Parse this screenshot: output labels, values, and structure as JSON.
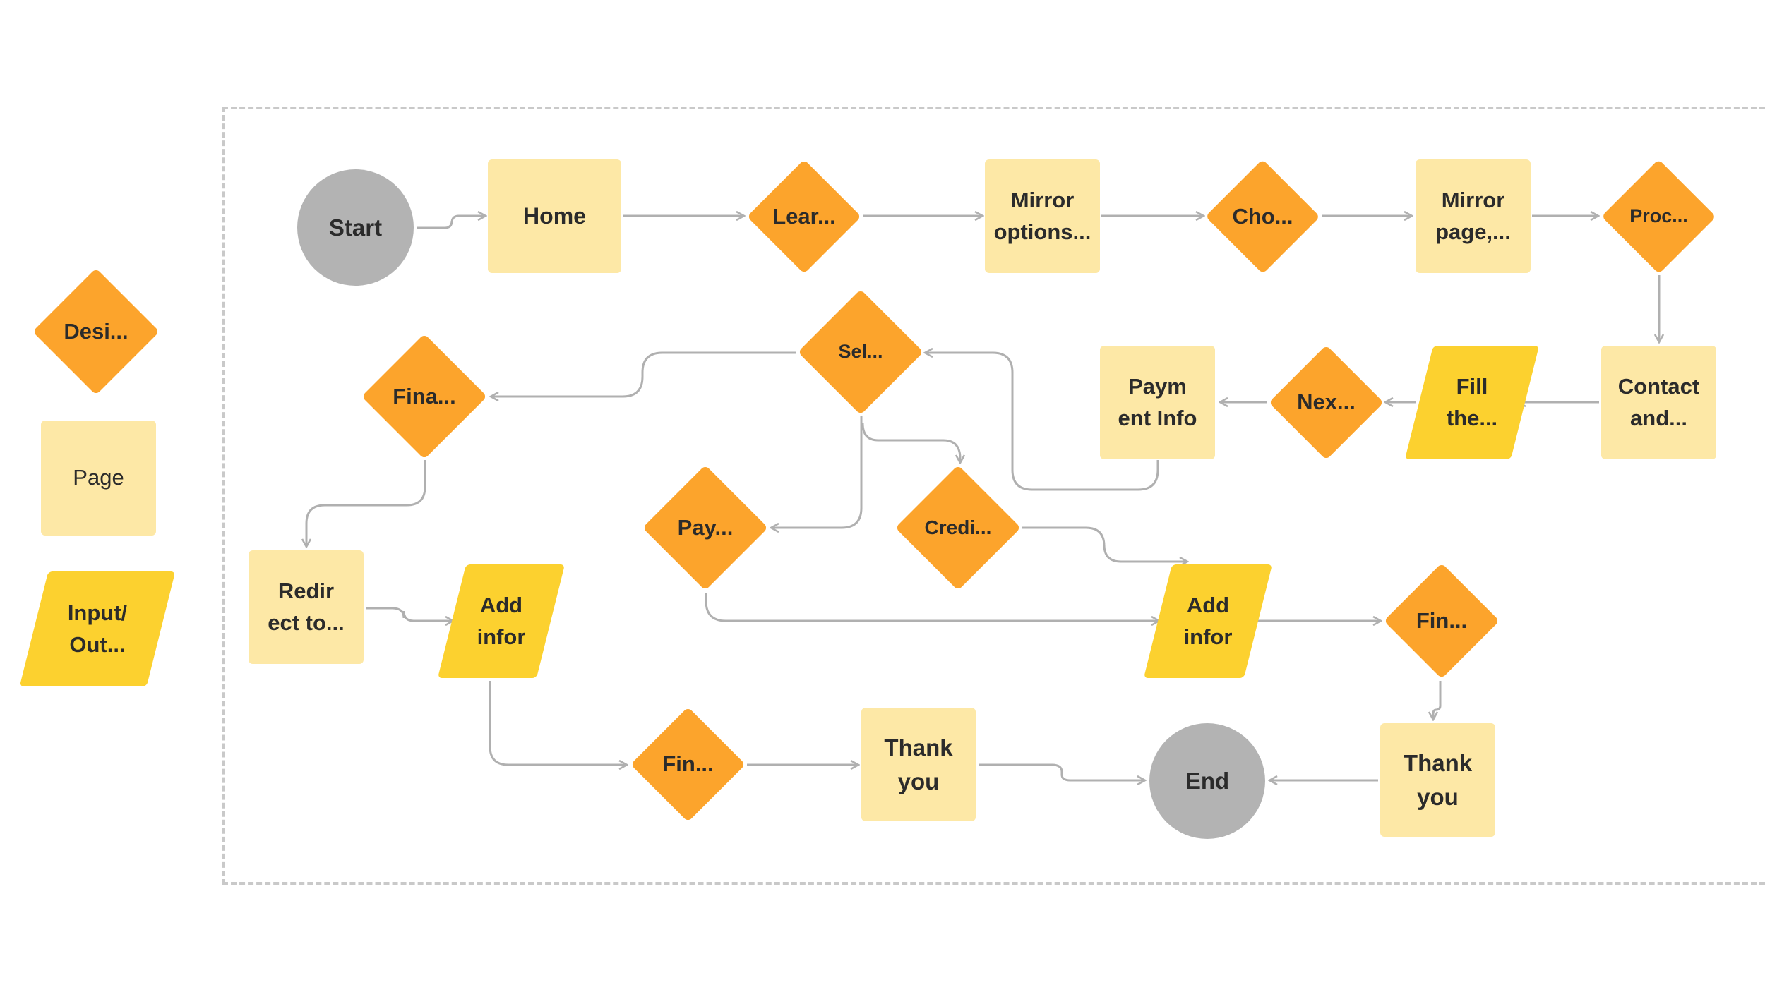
{
  "legend": {
    "decision": "Desi...",
    "page": "Page",
    "io": "Input/\nOut..."
  },
  "nodes": {
    "start": "Start",
    "home": "Home",
    "learn": "Lear...",
    "mirror_options": "Mirror\noptions...",
    "choose": "Cho...",
    "mirror_page": "Mirror\npage,...",
    "proceed": "Proc...",
    "contact": "Contact\nand...",
    "fill": "Fill\nthe...",
    "next": "Nex...",
    "payment_info": "Paym\nent Info",
    "select": "Sel...",
    "finance": "Fina...",
    "redirect": "Redir\nect to...",
    "add_info_left": "Add\ninfor",
    "pay": "Pay...",
    "credit": "Credi...",
    "add_info_right": "Add\ninfor",
    "finish_right": "Fin...",
    "finish_left": "Fin...",
    "thank_left": "Thank\nyou",
    "end": "End",
    "thank_right": "Thank\nyou"
  },
  "colors": {
    "decision": "#fca42c",
    "page": "#fde8a6",
    "io": "#fcd12f",
    "terminal": "#b3b3b3",
    "connector": "#b0b0b0",
    "frame": "#c9c9c9"
  }
}
